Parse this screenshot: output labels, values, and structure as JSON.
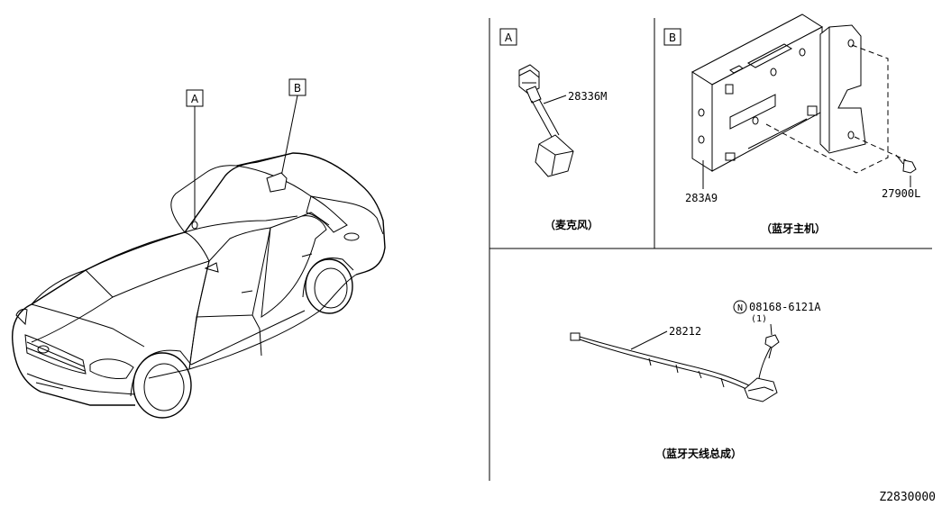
{
  "callouts": {
    "a": "A",
    "b": "B"
  },
  "panels": {
    "microphone": {
      "tag": "A",
      "part_number": "28336M",
      "caption": "（麦克风）"
    },
    "bluetooth_unit": {
      "tag": "B",
      "part_number_unit": "283A9",
      "part_number_screw": "27900L",
      "caption": "（蓝牙主机）"
    },
    "antenna": {
      "part_number_harness": "28212",
      "bolt_symbol": "N",
      "part_number_bolt": "08168-6121A",
      "bolt_qty": "(1)",
      "caption": "（蓝牙天线总成）"
    }
  },
  "diagram_id": "Z2830000"
}
